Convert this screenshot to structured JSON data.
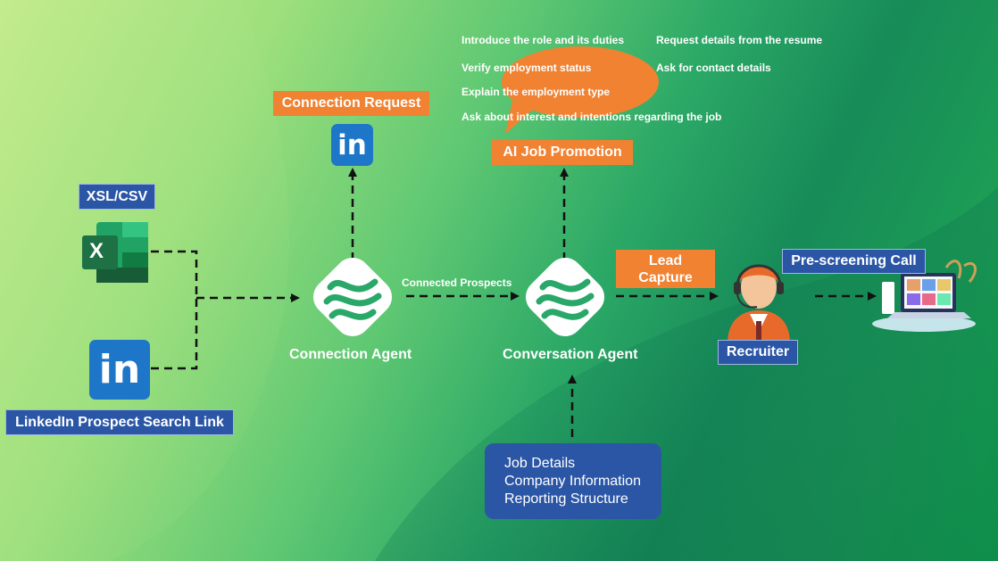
{
  "sources": {
    "excel_label": "XSL/CSV",
    "excel_glyph": "X",
    "linkedin_label": "LinkedIn Prospect Search Link",
    "linkedin_glyph": "in"
  },
  "connection_agent": {
    "name": "Connection Agent",
    "request_label": "Connection Request",
    "linkedin_glyph": "in"
  },
  "edge_label": "Connected Prospects",
  "conversation_agent": {
    "name": "Conversation Agent",
    "promotion_label": "AI Job Promotion",
    "bubble_items": [
      "Introduce the role and its duties",
      "Request details from the resume",
      "Verify employment status",
      "Ask for contact details",
      "Explain the employment type",
      "Ask about interest and intentions regarding the job"
    ]
  },
  "inputs": {
    "items": [
      "Job Details",
      "Company Information",
      "Reporting Structure"
    ]
  },
  "lead_capture": {
    "line1": "Lead",
    "line2": "Capture"
  },
  "recruiter": {
    "label": "Recruiter"
  },
  "prescreen": {
    "label": "Pre-screening Call"
  },
  "colors": {
    "orange": "#f08232",
    "blue": "#2b56a6",
    "linkedin": "#1d76c8",
    "excel": "#1e7145"
  }
}
